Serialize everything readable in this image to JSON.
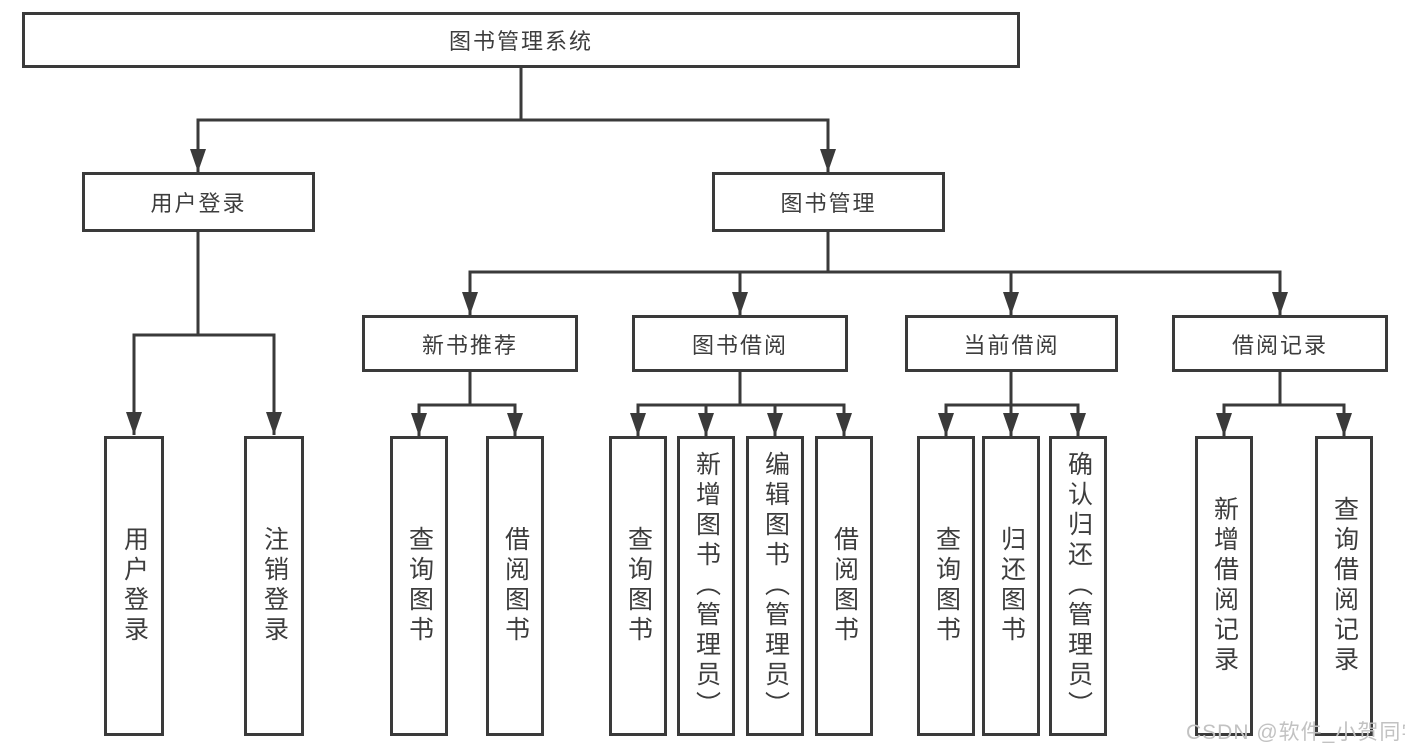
{
  "diagram": {
    "type": "hierarchy-tree",
    "title": "图书管理系统",
    "colors": {
      "line": "#3a3a3a",
      "text": "#3d3d3d",
      "box_background": "#ffffff",
      "watermark": "#c2c2c2"
    },
    "nodes": {
      "root": "图书管理系统",
      "user_login": "用户登录",
      "book_mgmt": "图书管理",
      "new_book_rec": "新书推荐",
      "book_borrow": "图书借阅",
      "current_borrow": "当前借阅",
      "borrow_records": "借阅记录",
      "leaf_user_login": "用户登录",
      "leaf_logout": "注销登录",
      "leaf_nbr_query": "查询图书",
      "leaf_nbr_borrow": "借阅图书",
      "leaf_bb_query": "查询图书",
      "leaf_bb_add": "新增图书（管理员）",
      "leaf_bb_edit": "编辑图书（管理员）",
      "leaf_bb_borrow": "借阅图书",
      "leaf_cb_query": "查询图书",
      "leaf_cb_return": "归还图书",
      "leaf_cb_confirm": "确认归还（管理员）",
      "leaf_br_add": "新增借阅记录",
      "leaf_br_query": "查询借阅记录"
    },
    "hierarchy": {
      "图书管理系统": [
        "用户登录",
        "图书管理"
      ],
      "用户登录": [
        "用户登录",
        "注销登录"
      ],
      "图书管理": [
        "新书推荐",
        "图书借阅",
        "当前借阅",
        "借阅记录"
      ],
      "新书推荐": [
        "查询图书",
        "借阅图书"
      ],
      "图书借阅": [
        "查询图书",
        "新增图书（管理员）",
        "编辑图书（管理员）",
        "借阅图书"
      ],
      "当前借阅": [
        "查询图书",
        "归还图书",
        "确认归还（管理员）"
      ],
      "借阅记录": [
        "新增借阅记录",
        "查询借阅记录"
      ]
    },
    "watermark": "CSDN @软件_小贺同学"
  }
}
